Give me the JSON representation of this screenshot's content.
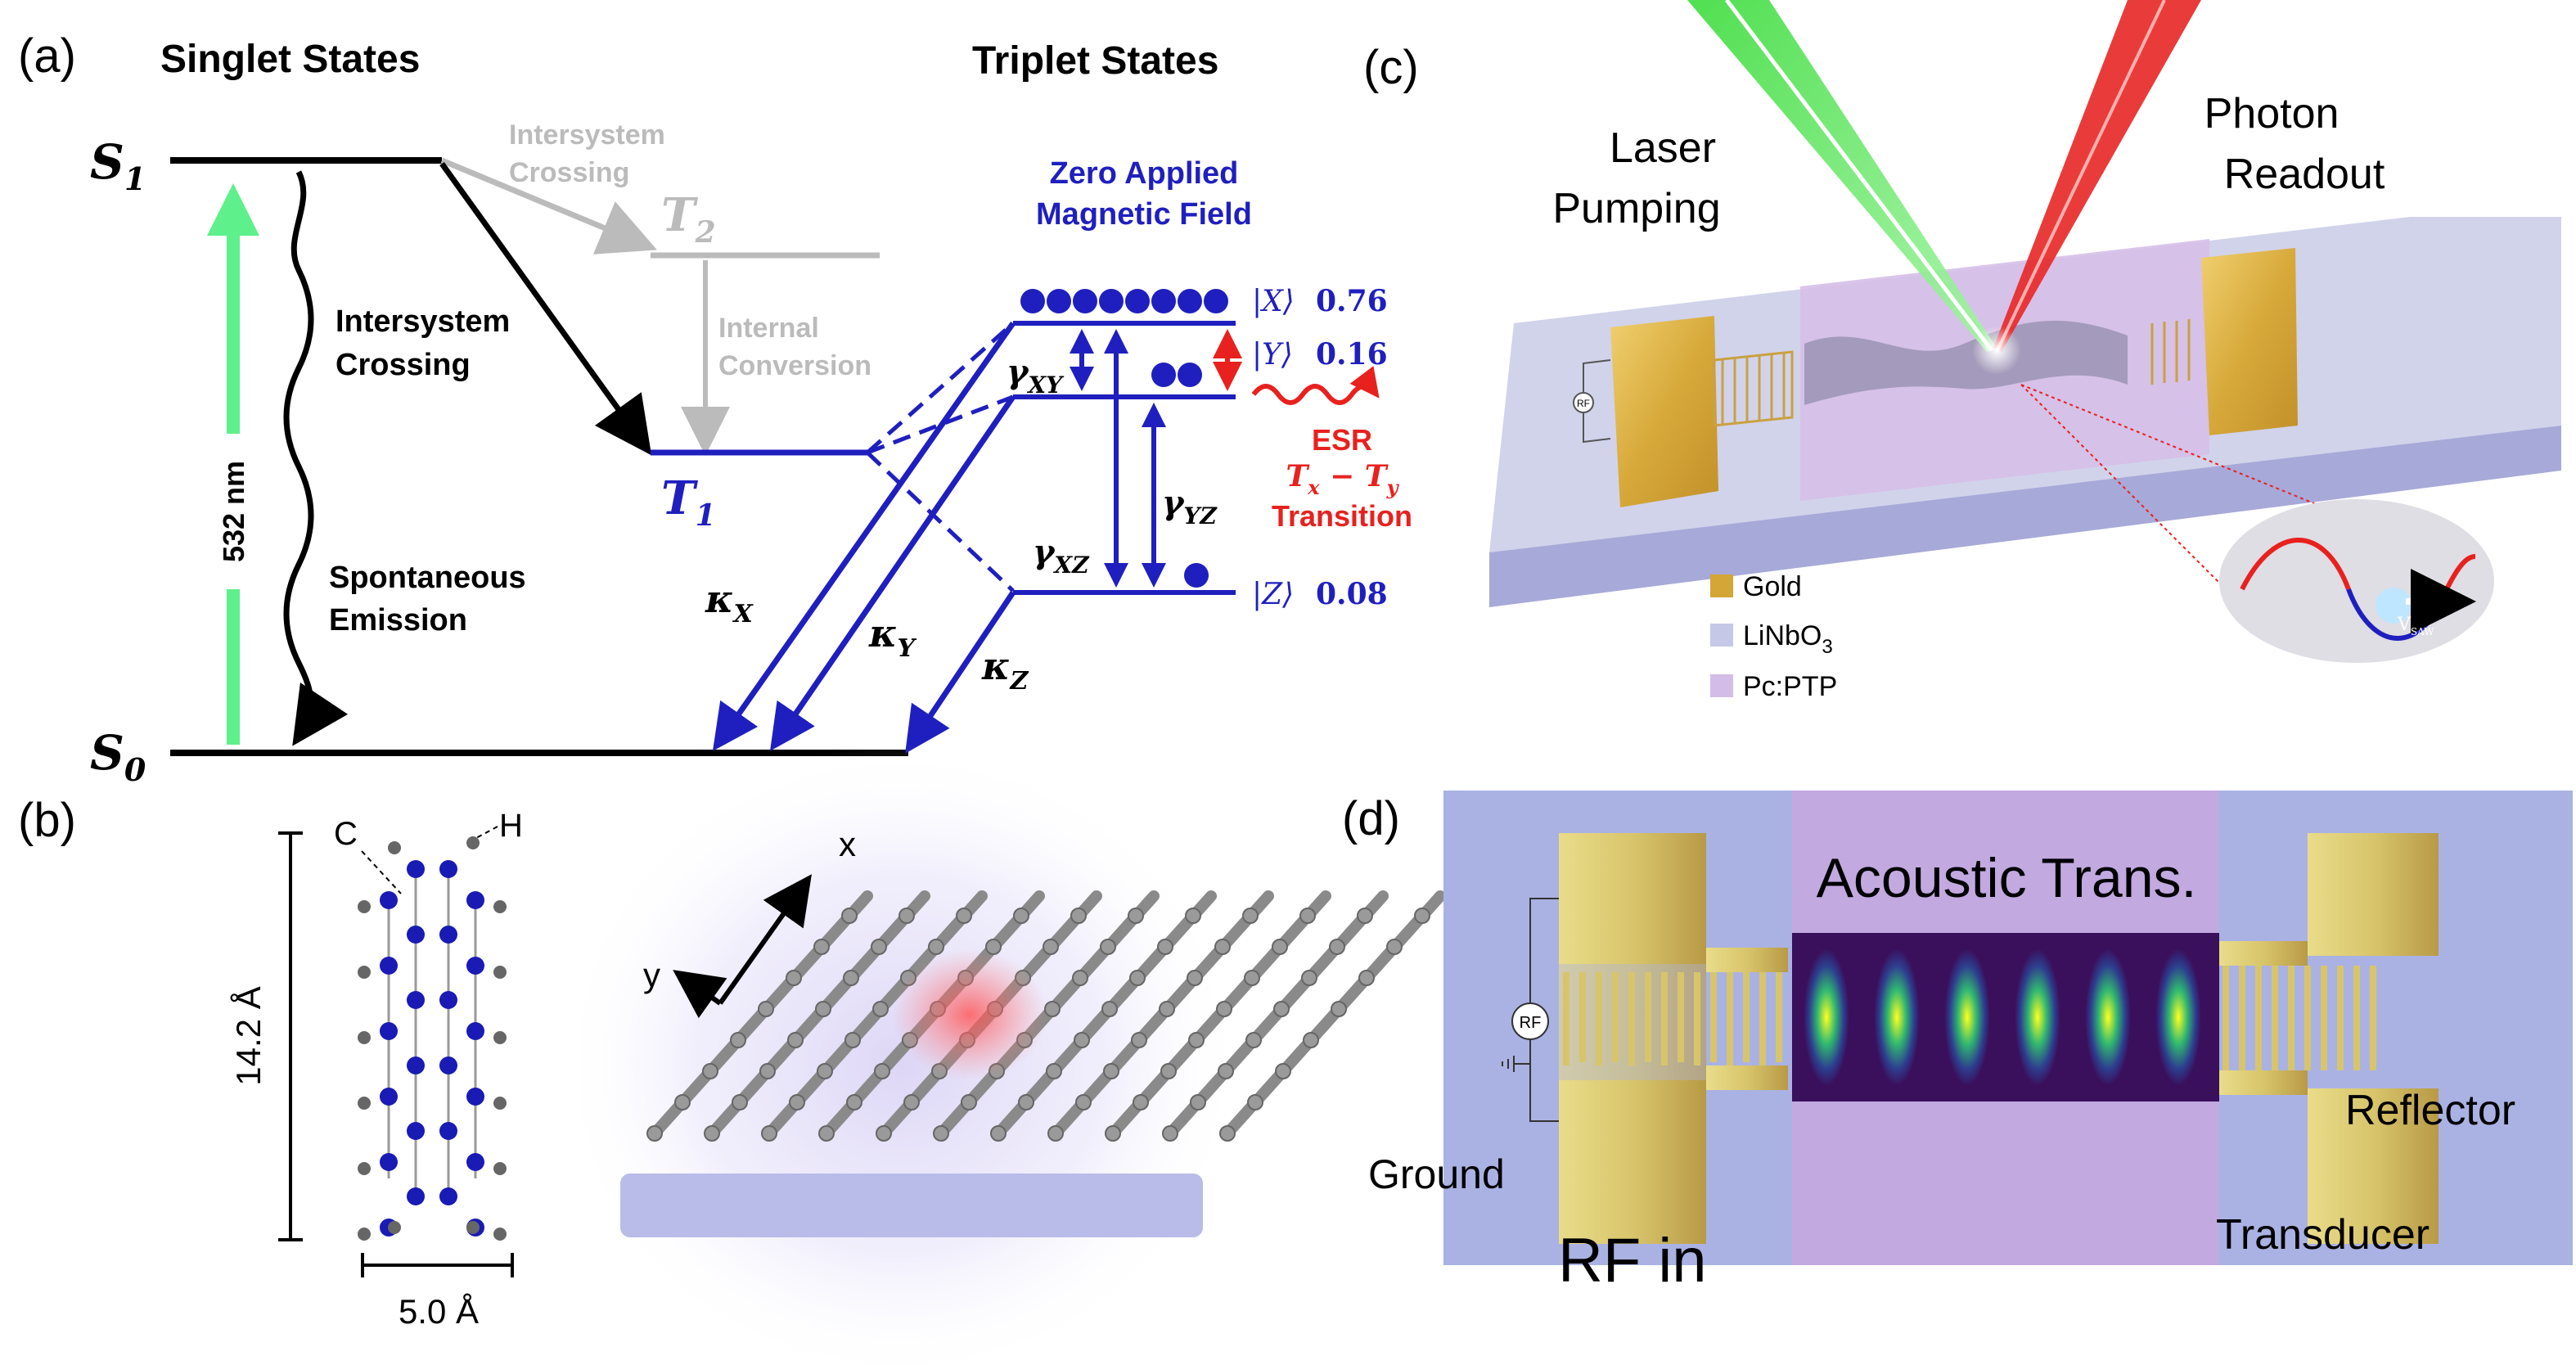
{
  "panel_a": {
    "label": "(a)",
    "singlet_title": "Singlet States",
    "triplet_title": "Triplet States",
    "s1": "S",
    "s1_sub": "1",
    "s0": "S",
    "s0_sub": "0",
    "t1": "T",
    "t1_sub": "1",
    "t2": "T",
    "t2_sub": "2",
    "isc_upper_line1": "Intersystem",
    "isc_upper_line2": "Crossing",
    "isc_line1": "Intersystem",
    "isc_line2": "Crossing",
    "ic_line1": "Internal",
    "ic_line2": "Conversion",
    "wavelength": "532 nm",
    "se_line1": "Spontaneous",
    "se_line2": "Emission",
    "field_line1": "Zero Applied",
    "field_line2": "Magnetic Field",
    "state_x": "|X⟩",
    "state_x_val": "0.76",
    "state_y": "|Y⟩",
    "state_y_val": "0.16",
    "state_z": "|Z⟩",
    "state_z_val": "0.08",
    "gamma": "γ",
    "gamma_xy": "XY",
    "gamma_yz": "YZ",
    "gamma_xz": "XZ",
    "kappa": "κ",
    "kappa_x": "X",
    "kappa_y": "Y",
    "kappa_z": "Z",
    "esr": "ESR",
    "tx": "T",
    "tx_sub": "x",
    "minus": " − ",
    "ty": "T",
    "ty_sub": "y",
    "transition": "Transition",
    "colors": {
      "black": "#000000",
      "blue": "#1f1fbf",
      "gray": "#bbbbbb",
      "green": "#5ef08a",
      "red": "#e8211e"
    }
  },
  "panel_b": {
    "label": "(b)",
    "carbon": "C",
    "hydrogen": "H",
    "length": "14.2 Å",
    "width": "5.0 Å",
    "axis_x": "x",
    "axis_y": "y"
  },
  "panel_c": {
    "label": "(c)",
    "laser_line1": "Laser",
    "laser_line2": "Pumping",
    "photon_line1": "Photon",
    "photon_line2": "Readout",
    "legend": [
      {
        "label": "Gold",
        "sub": "",
        "color": "#d4a537"
      },
      {
        "label": "LiNbO",
        "sub": "3",
        "color": "#c5c8e6"
      },
      {
        "label": "Pc:PTP",
        "sub": "",
        "color": "#d3bde8"
      }
    ],
    "rf_mini": "RF",
    "vsaw": "V",
    "vsaw_sub": "SAW"
  },
  "panel_d": {
    "label": "(d)",
    "acoustic": "Acoustic Trans.",
    "rf_icon": "RF",
    "ground": "Ground",
    "rf_in": "RF in",
    "reflector": "Reflector",
    "transducer": "Transducer"
  }
}
